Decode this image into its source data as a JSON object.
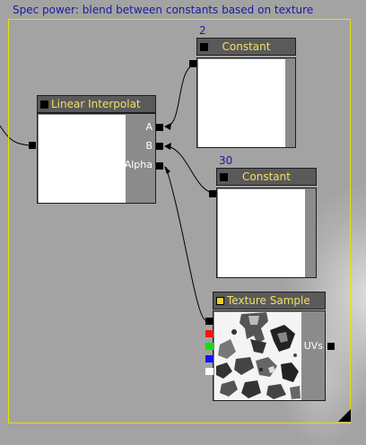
{
  "comment": {
    "text": "Spec power: blend between constants based on texture"
  },
  "nodes": {
    "lerp": {
      "title": "Linear Interpolat",
      "inputs": [
        "A",
        "B",
        "Alpha"
      ]
    },
    "constant_a": {
      "value": "2",
      "title": "Constant"
    },
    "constant_b": {
      "value": "30",
      "title": "Constant"
    },
    "texture": {
      "title": "Texture Sample",
      "output_label": "UVs",
      "channel_colors": [
        "#000000",
        "#ff1010",
        "#10e010",
        "#1010ff",
        "#ffffff"
      ]
    }
  },
  "colors": {
    "background": "#a3a3a3",
    "comment_border": "#e6e000",
    "comment_text": "#1a1aa0",
    "header_text": "#f2e060"
  }
}
